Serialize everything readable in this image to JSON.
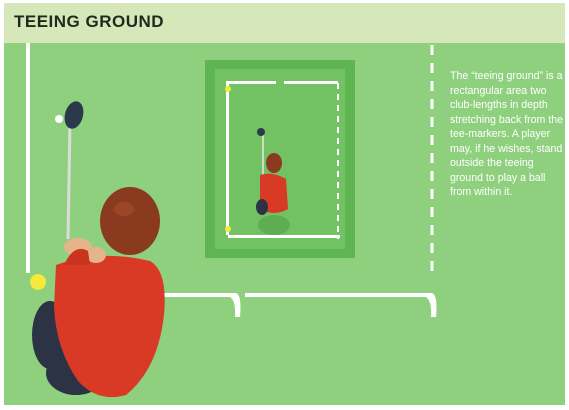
{
  "header": {
    "title": "TEEING GROUND"
  },
  "description": {
    "text": "The “teeing ground” is a rectangular area two club-lengths in depth stretching back from the tee-markers. A player may, if he wishes, stand outside the teeing ground to play a ball from within it."
  },
  "colors": {
    "grass": "#8fd07e",
    "teeing_ground_outer": "#5fb552",
    "teeing_ground_inner": "#72c263",
    "header_background": "#d6e7b9",
    "shirt": "#d93a26",
    "hair": "#8a3a1f",
    "ball": "#f3ea3a",
    "tee_marker": "#f3ea3a",
    "line": "#ffffff"
  },
  "icons": {
    "golfer": "golfer-top-view-illustration",
    "driver": "golf-driver-club",
    "ball": "golf-ball"
  }
}
